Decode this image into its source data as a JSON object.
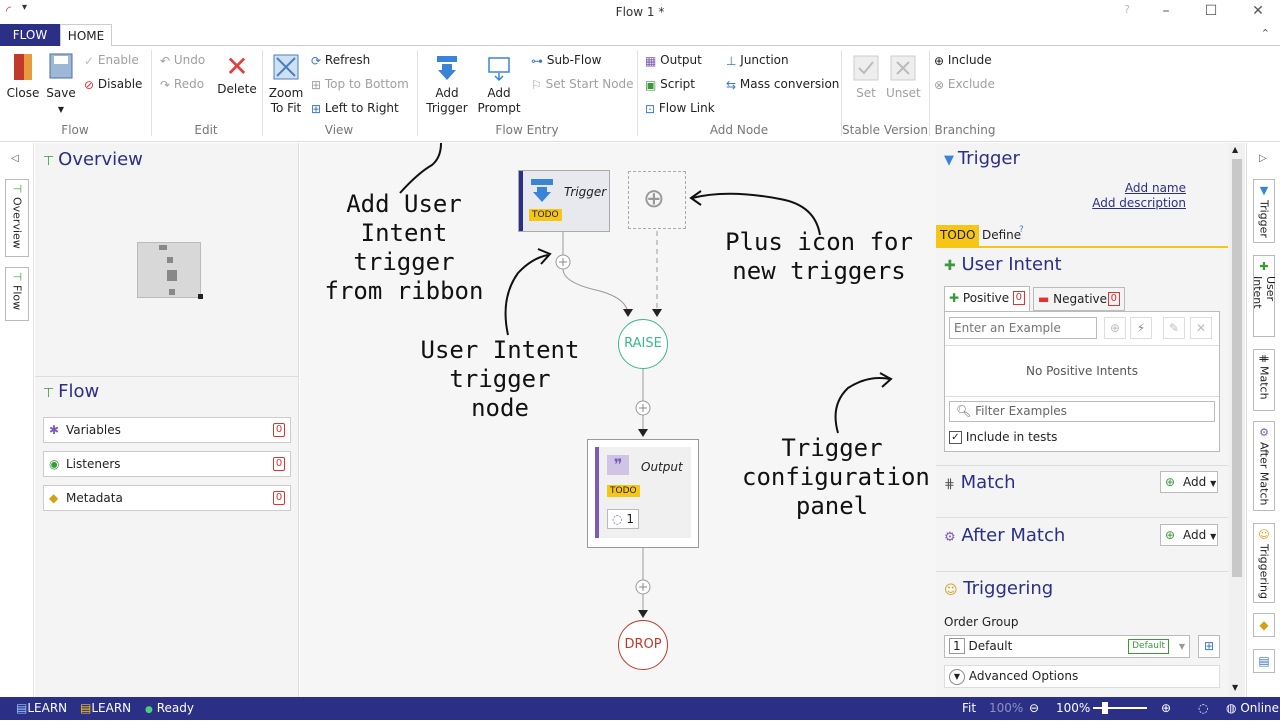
{
  "window": {
    "title": "Flow 1 *",
    "help": "?"
  },
  "tabs": {
    "flow": "FLOW",
    "home": "HOME"
  },
  "ribbon": {
    "close": "Close",
    "save": "Save",
    "enable": "Enable",
    "disable": "Disable",
    "undo": "Undo",
    "redo": "Redo",
    "delete": "Delete",
    "zoom1": "Zoom",
    "zoom2": "To Fit",
    "refresh": "Refresh",
    "top_bottom": "Top to Bottom",
    "left_right": "Left to Right",
    "add_trigger1": "Add",
    "add_trigger2": "Trigger",
    "add_prompt1": "Add",
    "add_prompt2": "Prompt",
    "subflow": "Sub-Flow",
    "set_start": "Set Start Node",
    "output": "Output",
    "script": "Script",
    "flow_link": "Flow Link",
    "junction": "Junction",
    "mass": "Mass conversion",
    "set": "Set",
    "unset": "Unset",
    "include": "Include",
    "exclude": "Exclude",
    "groups": {
      "flow": "Flow",
      "edit": "Edit",
      "view": "View",
      "flow_entry": "Flow Entry",
      "add_node": "Add Node",
      "stable": "Stable Version",
      "branching": "Branching"
    }
  },
  "left": {
    "strip": {
      "overview": "Overview",
      "flow": "Flow"
    },
    "overview_title": "Overview",
    "flow_title": "Flow",
    "items": [
      {
        "label": "Variables",
        "count": "0"
      },
      {
        "label": "Listeners",
        "count": "0"
      },
      {
        "label": "Metadata",
        "count": "0"
      }
    ]
  },
  "canvas": {
    "trigger_label": "Trigger",
    "todo": "TODO",
    "raise": "RAISE",
    "output_label": "Output",
    "output_todo": "TODO",
    "output_count": "1",
    "drop": "DROP",
    "note1": [
      "Add User",
      "Intent trigger",
      "from ribbon"
    ],
    "note2": [
      "Plus icon for",
      "new triggers"
    ],
    "note3": [
      "User Intent",
      "trigger node"
    ],
    "note4": [
      "Trigger",
      "configuration",
      "panel"
    ]
  },
  "right": {
    "title": "Trigger",
    "add_name": "Add name",
    "add_description": "Add description",
    "tab_todo": "TODO",
    "tab_define": "Define",
    "user_intent": "User Intent",
    "positive": "Positive",
    "positive_count": "0",
    "negative": "Negative",
    "negative_count": "0",
    "example_placeholder": "Enter an Example",
    "no_positive": "No Positive Intents",
    "filter_placeholder": "Filter Examples",
    "include_tests": "Include in tests",
    "match": "Match",
    "after_match": "After Match",
    "add": "Add",
    "triggering": "Triggering",
    "order_group": "Order Group",
    "order_num": "1",
    "order_default": "Default",
    "order_badge": "Default",
    "advanced": "Advanced Options"
  },
  "rstrip": {
    "trigger": "Trigger",
    "user_intent": "User Intent",
    "match": "Match",
    "after_match": "After Match",
    "triggering": "Triggering"
  },
  "status": {
    "learn1": "LEARN",
    "learn2": "LEARN",
    "ready": "Ready",
    "fit": "Fit",
    "zoom_dim": "100%",
    "zoom": "100%",
    "online": "Online"
  },
  "colors": {
    "brand": "#2c2f86",
    "todo": "#f5c518",
    "raise": "#3cb88a",
    "drop": "#c0392b"
  }
}
